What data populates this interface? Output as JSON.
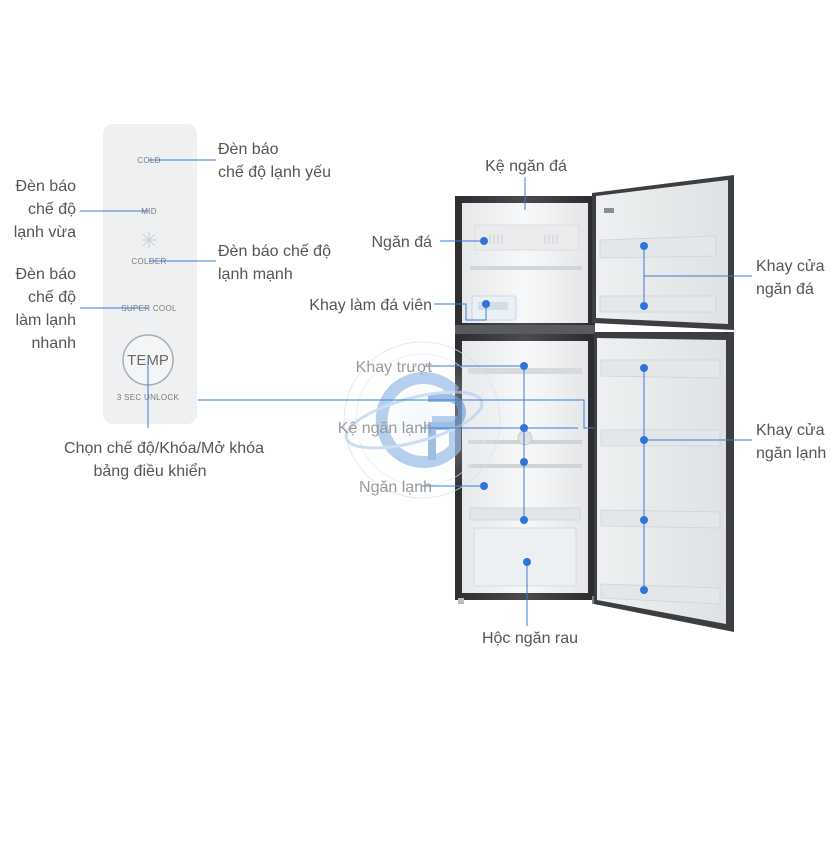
{
  "panel": {
    "items": [
      "COLD",
      "MID",
      "COLDER",
      "SUPER COOL"
    ],
    "button": "TEMP",
    "button_caption": "3 SEC  UNLOCK"
  },
  "labels": {
    "den_bao_lanh_yeu": [
      "Đèn báo",
      "chế độ lạnh yếu"
    ],
    "den_bao_lanh_vua": [
      "Đèn báo",
      "chế độ",
      "lạnh vừa"
    ],
    "den_bao_lanh_manh": [
      "Đèn báo chế độ",
      "lạnh mạnh"
    ],
    "den_bao_lam_lanh_nhanh": [
      "Đèn báo",
      "chế độ",
      "làm lạnh",
      "nhanh"
    ],
    "chon_che_do": [
      "Chọn chế độ/Khóa/Mở khóa",
      "bảng điều khiển"
    ],
    "ke_ngan_da": "Kệ ngăn đá",
    "ngan_da": "Ngăn đá",
    "khay_lam_da_vien": "Khay làm đá viên",
    "khay_truot": "Khay trượt",
    "ke_ngan_lanh": "Kệ ngăn lạnh",
    "ngan_lanh": "Ngăn lạnh",
    "hoc_ngan_rau": "Hộc ngăn rau",
    "khay_cua_ngan_da": [
      "Khay cửa",
      "ngăn đá"
    ],
    "khay_cua_ngan_lanh": [
      "Khay cửa",
      "ngăn lạnh"
    ]
  },
  "colors": {
    "leader": "#3b7bd6",
    "dot": "#2f74d8",
    "fridge_body": "#3a3b3e",
    "interior": "#f1f3f4"
  }
}
